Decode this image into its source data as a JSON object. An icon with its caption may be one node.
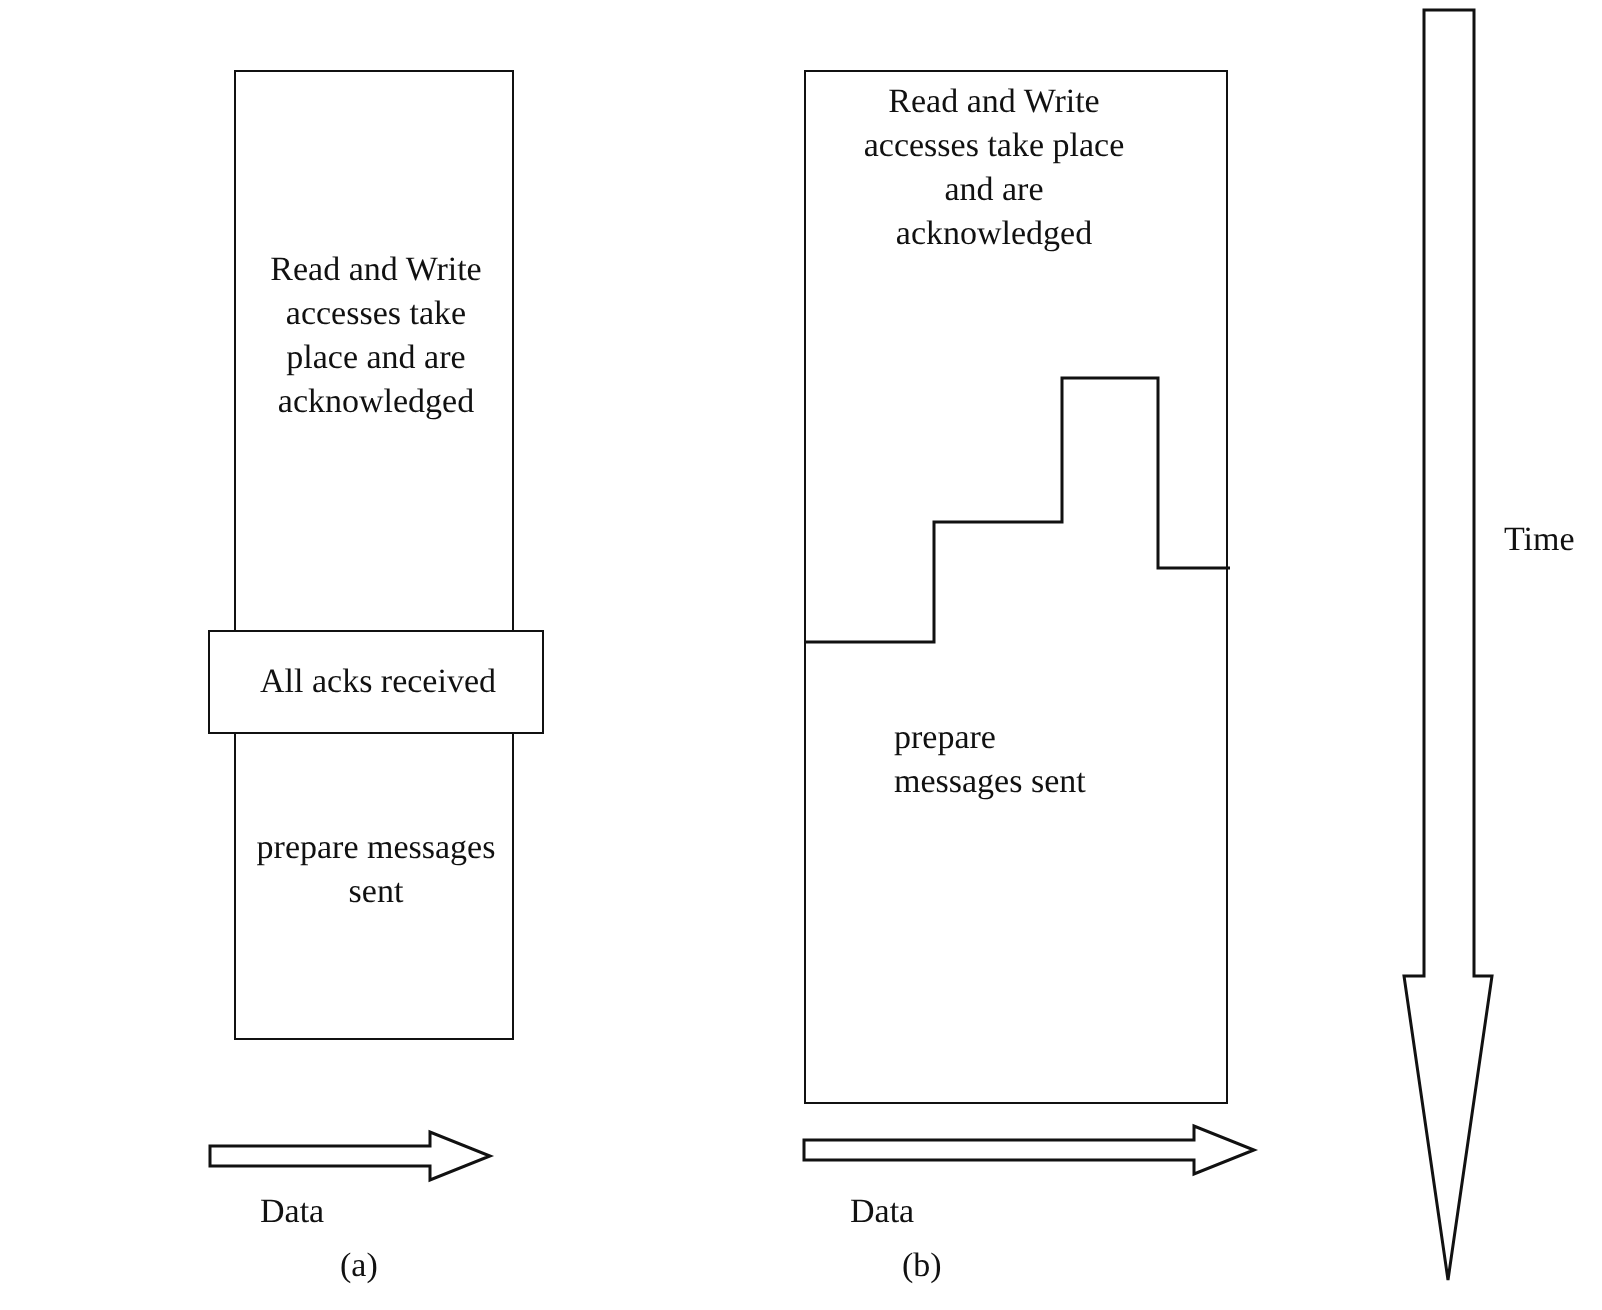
{
  "diagram": {
    "nodes": [
      {
        "text": [
          "Read and Write accesses take place and are acknowledged",
          "prepare messages sent"
        ]
      },
      {
        "text": [
          "All acks received"
        ]
      },
      {
        "text": [
          "Read and Write accesses take place and are acknowledged",
          "prepare messages sent"
        ]
      }
    ],
    "edges": [],
    "labels": [
      "Time",
      "Data",
      "Data",
      "(a)",
      "(b)"
    ]
  }
}
